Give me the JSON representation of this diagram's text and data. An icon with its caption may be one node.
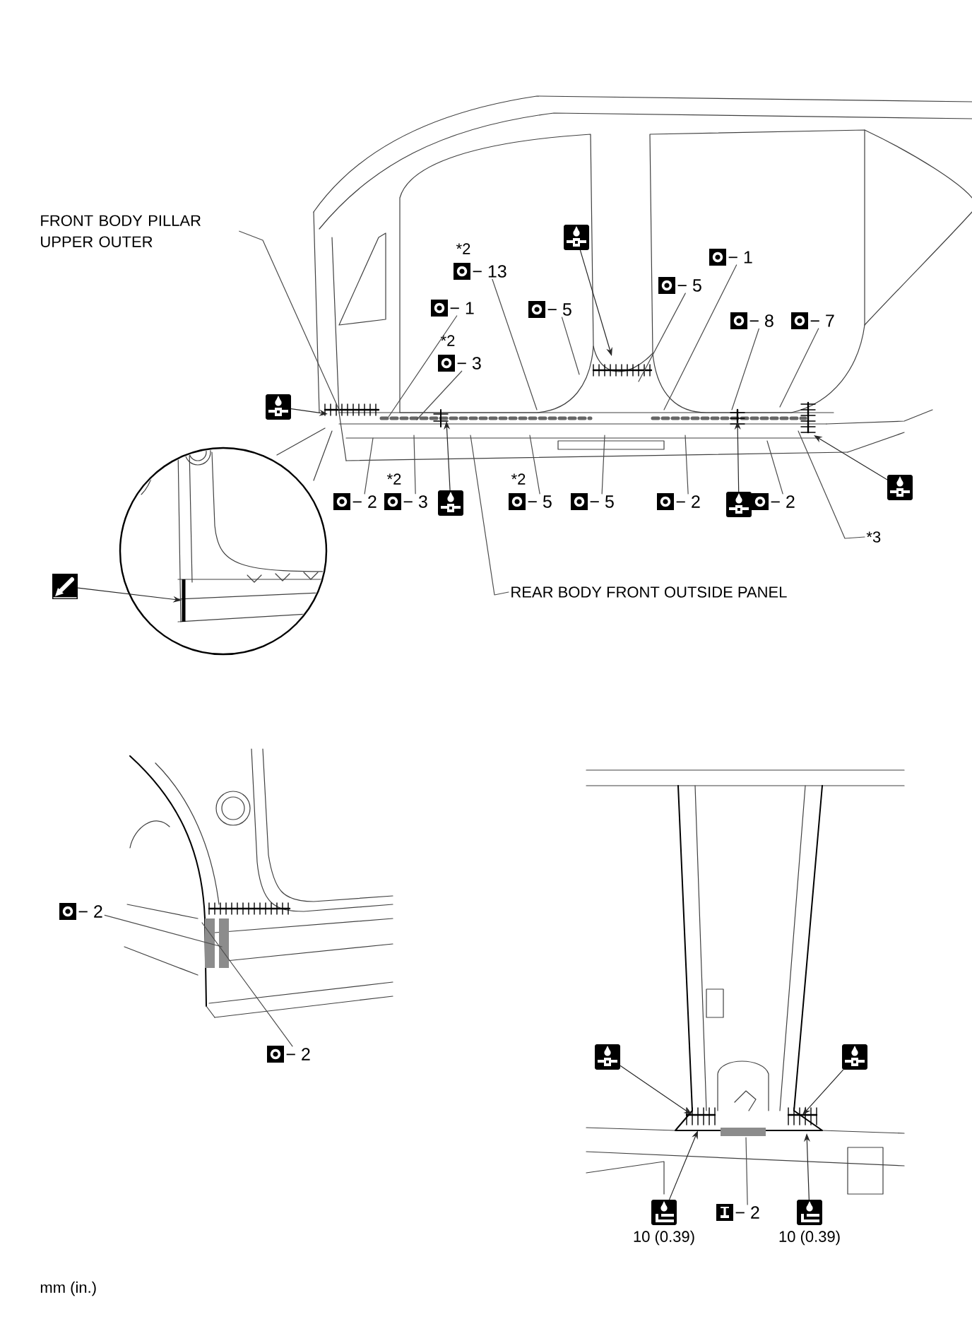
{
  "diagram": {
    "nodes": [
      {
        "text": [
          "FRONT BODY PILLAR UPPER OUTER"
        ]
      },
      {
        "text": [],
        "shape": "picture"
      },
      {
        "text": [
          "− 13"
        ],
        "beside": [
          "*2"
        ]
      },
      {
        "text": [
          "− 1"
        ]
      },
      {
        "text": [
          "− 3"
        ],
        "beside": [
          "*2"
        ]
      },
      {
        "text": [
          "− 5"
        ]
      },
      {
        "text": [],
        "shape": "picture"
      },
      {
        "text": [
          "− 5"
        ]
      },
      {
        "text": [
          "− 1"
        ]
      },
      {
        "text": [
          "− 8"
        ]
      },
      {
        "text": [
          "− 7"
        ]
      },
      {
        "text": [],
        "shape": "picture"
      },
      {
        "text": [
          "− 2"
        ]
      },
      {
        "text": [
          "− 3"
        ],
        "beside": [
          "*2"
        ]
      },
      {
        "text": [],
        "shape": "picture"
      },
      {
        "text": [
          "− 5"
        ],
        "beside": [
          "*2"
        ]
      },
      {
        "text": [
          "− 5"
        ]
      },
      {
        "text": [
          "− 2"
        ]
      },
      {
        "text": [],
        "shape": "picture"
      },
      {
        "text": [
          "− 2"
        ]
      },
      {
        "text": [],
        "shape": "picture"
      },
      {
        "text": [
          "*3"
        ]
      },
      {
        "text": [
          "REAR BODY FRONT OUTSIDE PANEL"
        ]
      },
      {
        "text": [
          "− 2"
        ]
      },
      {
        "text": [
          "− 2"
        ]
      },
      {
        "text": [],
        "shape": "picture"
      },
      {
        "text": [],
        "shape": "picture"
      },
      {
        "text": [],
        "shape": "picture",
        "beside": [
          "10 (0.39)"
        ]
      },
      {
        "text": [
          "− 2"
        ]
      },
      {
        "text": [],
        "shape": "picture",
        "beside": [
          "10 (0.39)"
        ]
      },
      {
        "text": [],
        "shape": "bar"
      }
    ],
    "edges": [
      {
        "from": 0,
        "to": null,
        "arrow": "none"
      },
      {
        "from": 1,
        "to": null,
        "arrow": "to"
      },
      {
        "from": 2,
        "to": null,
        "arrow": "none"
      },
      {
        "from": 3,
        "to": null,
        "arrow": "none"
      },
      {
        "from": 4,
        "to": null,
        "arrow": "none"
      },
      {
        "from": 5,
        "to": null,
        "arrow": "none"
      },
      {
        "from": 6,
        "to": null,
        "arrow": "to"
      },
      {
        "from": 7,
        "to": null,
        "arrow": "none"
      },
      {
        "from": 8,
        "to": null,
        "arrow": "none"
      },
      {
        "from": 9,
        "to": null,
        "arrow": "none"
      },
      {
        "from": 10,
        "to": null,
        "arrow": "none"
      },
      {
        "from": 11,
        "to": 30,
        "arrow": "to"
      },
      {
        "from": 12,
        "to": null,
        "arrow": "none"
      },
      {
        "from": 13,
        "to": null,
        "arrow": "none"
      },
      {
        "from": 14,
        "to": null,
        "arrow": "to"
      },
      {
        "from": 15,
        "to": null,
        "arrow": "none"
      },
      {
        "from": 16,
        "to": null,
        "arrow": "none"
      },
      {
        "from": 17,
        "to": null,
        "arrow": "none"
      },
      {
        "from": 18,
        "to": null,
        "arrow": "to"
      },
      {
        "from": 19,
        "to": null,
        "arrow": "none"
      },
      {
        "from": 20,
        "to": null,
        "arrow": "to"
      },
      {
        "from": 21,
        "to": null,
        "arrow": "none"
      },
      {
        "from": 22,
        "to": null,
        "arrow": "none"
      },
      {
        "from": 23,
        "to": null,
        "arrow": "none"
      },
      {
        "from": 24,
        "to": null,
        "arrow": "none"
      },
      {
        "from": 25,
        "to": null,
        "arrow": "to"
      },
      {
        "from": 26,
        "to": null,
        "arrow": "to"
      },
      {
        "from": 27,
        "to": null,
        "arrow": "to"
      },
      {
        "from": 28,
        "to": null,
        "arrow": "none"
      },
      {
        "from": 29,
        "to": null,
        "arrow": "to"
      }
    ],
    "labels": [
      "mm (in.)"
    ]
  }
}
